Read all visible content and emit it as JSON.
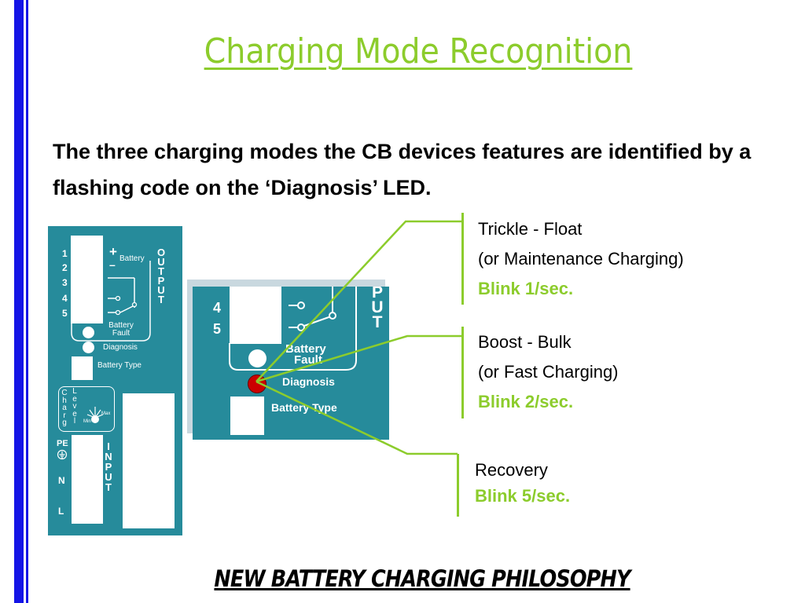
{
  "slide": {
    "title": "Charging Mode Recognition",
    "intro": "The three charging modes the CB devices features are identified by a flashing code on the ‘Diagnosis’ LED.",
    "footer": "NEW BATTERY CHARGING PHILOSOPHY"
  },
  "panel": {
    "terminals": [
      "1",
      "2",
      "3",
      "4",
      "5"
    ],
    "plus_sign": "+",
    "minus_sign": "–",
    "battery_label": "Battery",
    "output_letters": [
      "O",
      "U",
      "T",
      "P",
      "U",
      "T"
    ],
    "battery_fault_line1": "Battery",
    "battery_fault_line2": "Fault",
    "diagnosis_label": "Diagnosis",
    "battery_type_label": "Battery Type",
    "charge_letters": [
      "C",
      "h",
      "a",
      "r",
      "g"
    ],
    "level_letters": [
      "L",
      "e",
      "v",
      "e",
      "l"
    ],
    "min_label": "Min",
    "max_label": "Max",
    "pe_label": "PE",
    "n_label": "N",
    "l_label": "L",
    "input_letters": [
      "I",
      "N",
      "P",
      "U",
      "T"
    ]
  },
  "zoom": {
    "numbers": [
      "4",
      "5"
    ],
    "put_letters": [
      "P",
      "U",
      "T"
    ],
    "battery_fault_line1": "Battery",
    "battery_fault_line2": "Fault",
    "diagnosis_label": "Diagnosis",
    "battery_type_label": "Battery Type"
  },
  "modes": [
    {
      "name": "Trickle - Float",
      "sub": "(or Maintenance Charging)",
      "blink": "Blink 1/sec."
    },
    {
      "name": "Boost - Bulk",
      "sub": "(or Fast Charging)",
      "blink": "Blink 2/sec."
    },
    {
      "name": "Recovery",
      "blink": "Blink 5/sec."
    }
  ],
  "colors": {
    "accent_green": "#8ccc2c",
    "brand_blue": "#1414e6",
    "panel_teal": "#268b9b",
    "led_red": "#cc0000"
  }
}
